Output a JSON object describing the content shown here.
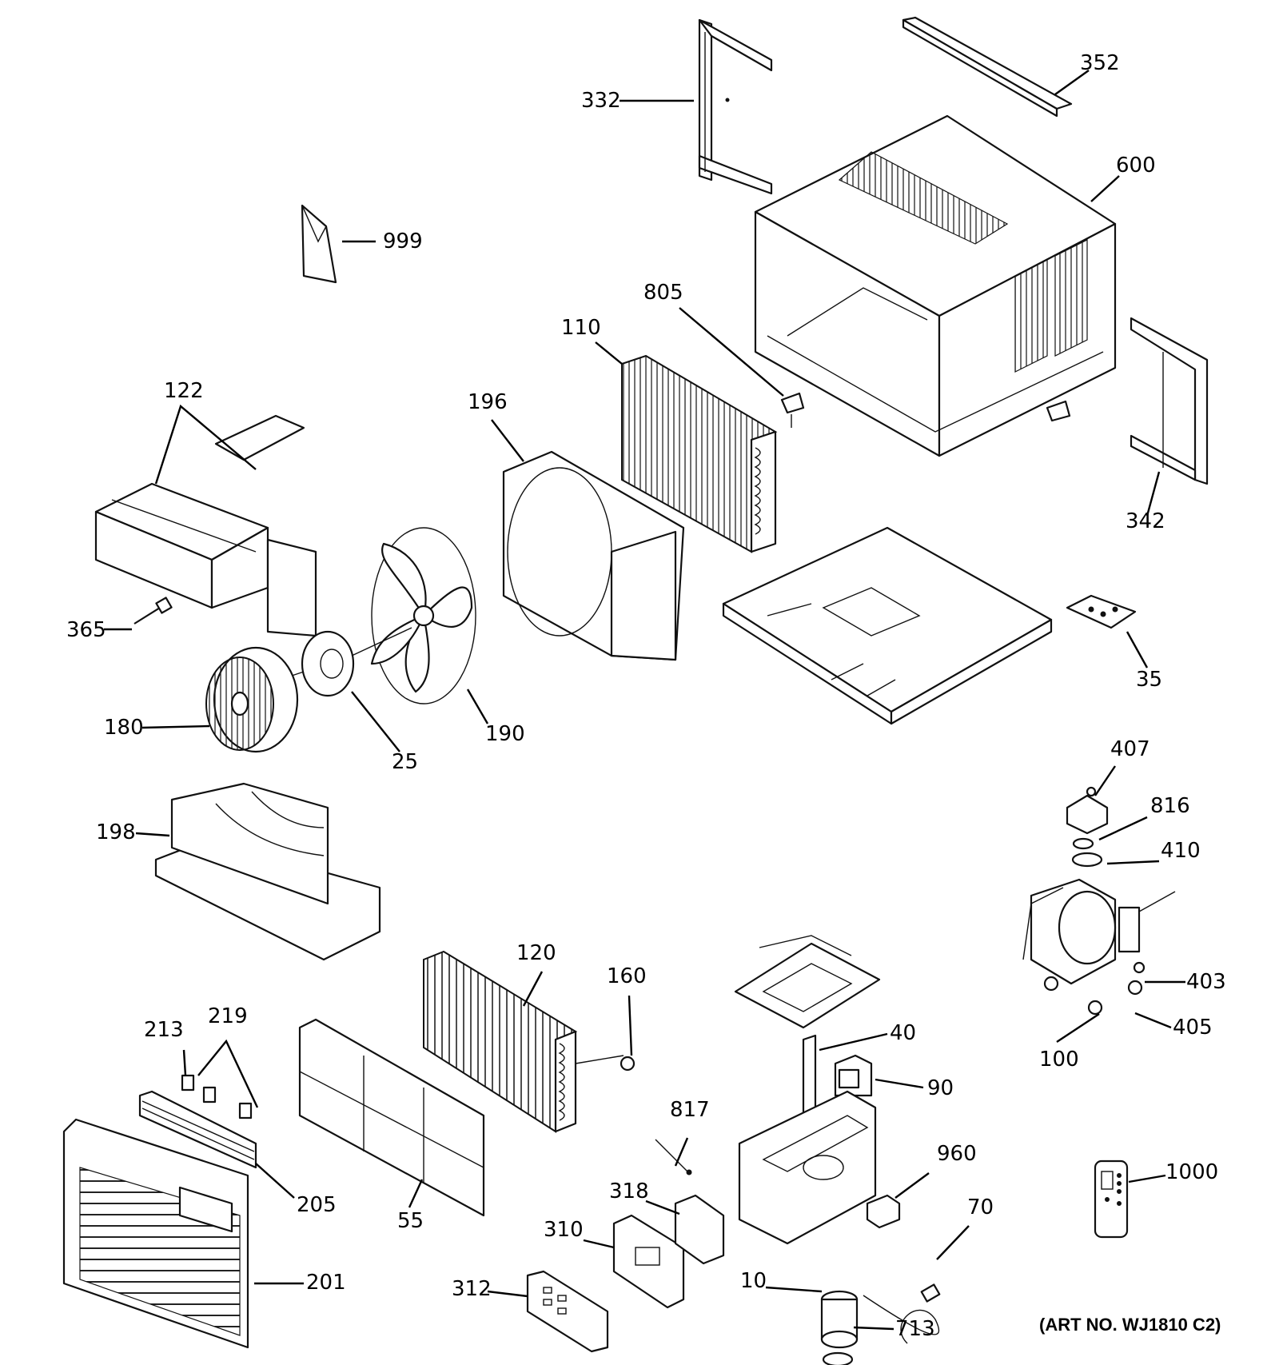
{
  "diagram": {
    "art_number": "(ART NO. WJ1810 C2)",
    "callouts": [
      {
        "id": "332",
        "label": "332"
      },
      {
        "id": "352",
        "label": "352"
      },
      {
        "id": "600",
        "label": "600"
      },
      {
        "id": "999",
        "label": "999"
      },
      {
        "id": "805",
        "label": "805"
      },
      {
        "id": "110",
        "label": "110"
      },
      {
        "id": "122",
        "label": "122"
      },
      {
        "id": "196",
        "label": "196"
      },
      {
        "id": "342",
        "label": "342"
      },
      {
        "id": "365",
        "label": "365"
      },
      {
        "id": "35",
        "label": "35"
      },
      {
        "id": "180",
        "label": "180"
      },
      {
        "id": "25",
        "label": "25"
      },
      {
        "id": "190",
        "label": "190"
      },
      {
        "id": "407",
        "label": "407"
      },
      {
        "id": "816",
        "label": "816"
      },
      {
        "id": "198",
        "label": "198"
      },
      {
        "id": "410",
        "label": "410"
      },
      {
        "id": "403",
        "label": "403"
      },
      {
        "id": "405",
        "label": "405"
      },
      {
        "id": "100",
        "label": "100"
      },
      {
        "id": "120",
        "label": "120"
      },
      {
        "id": "160",
        "label": "160"
      },
      {
        "id": "40",
        "label": "40"
      },
      {
        "id": "213",
        "label": "213"
      },
      {
        "id": "219",
        "label": "219"
      },
      {
        "id": "90",
        "label": "90"
      },
      {
        "id": "817",
        "label": "817"
      },
      {
        "id": "960",
        "label": "960"
      },
      {
        "id": "1000",
        "label": "1000"
      },
      {
        "id": "318",
        "label": "318"
      },
      {
        "id": "205",
        "label": "205"
      },
      {
        "id": "55",
        "label": "55"
      },
      {
        "id": "310",
        "label": "310"
      },
      {
        "id": "70",
        "label": "70"
      },
      {
        "id": "10",
        "label": "10"
      },
      {
        "id": "201",
        "label": "201"
      },
      {
        "id": "312",
        "label": "312"
      },
      {
        "id": "713",
        "label": "713"
      }
    ]
  }
}
